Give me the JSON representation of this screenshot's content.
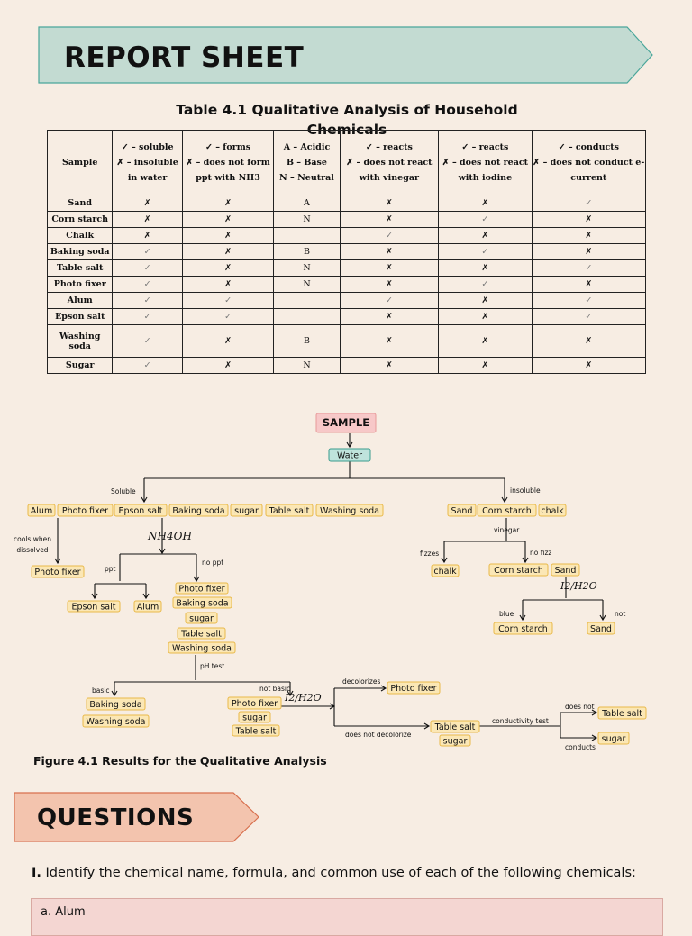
{
  "header": {
    "title": "REPORT SHEET"
  },
  "table": {
    "caption": "Table 4.1 Qualitative Analysis of Household Chemicals",
    "headers": [
      "Sample",
      "✓ – soluble\n✗ – insoluble\nin water",
      "✓ – forms\n✗ – does not form\nppt with NH3",
      "A – Acidic\nB – Base\nN – Neutral",
      "✓ – reacts\n✗ – does not react\nwith vinegar",
      "✓ – reacts\n✗ – does not react\nwith iodine",
      "✓ – conducts\n✗ – does not conduct e-\ncurrent"
    ],
    "rows": [
      [
        "Sand",
        "✗",
        "✗",
        "A",
        "✗",
        "✗",
        "✓"
      ],
      [
        "Corn starch",
        "✗",
        "✗",
        "N",
        "✗",
        "✓",
        "✗"
      ],
      [
        "Chalk",
        "✗",
        "✗",
        "",
        "✓",
        "✗",
        "✗"
      ],
      [
        "Baking soda",
        "✓",
        "✗",
        "B",
        "✗",
        "✓",
        "✗"
      ],
      [
        "Table salt",
        "✓",
        "✗",
        "N",
        "✗",
        "✗",
        "✓"
      ],
      [
        "Photo fixer",
        "✓",
        "✗",
        "N",
        "✗",
        "✓",
        "✗"
      ],
      [
        "Alum",
        "✓",
        "✓",
        "",
        "✓",
        "✗",
        "✓"
      ],
      [
        "Epson salt",
        "✓",
        "✓",
        "",
        "✗",
        "✗",
        "✓"
      ],
      [
        "Washing soda",
        "✓",
        "✗",
        "B",
        "✗",
        "✗",
        "✗"
      ],
      [
        "Sugar",
        "✓",
        "✗",
        "N",
        "✗",
        "✗",
        "✗"
      ]
    ]
  },
  "flowchart": {
    "root": "SAMPLE",
    "water": "Water",
    "soluble": "Soluble",
    "insoluble": "insoluble",
    "soluble_items": [
      "Alum",
      "Photo fixer",
      "Epson salt",
      "Baking soda",
      "sugar",
      "Table salt",
      "Washing soda"
    ],
    "insoluble_items": [
      "Sand",
      "Corn starch",
      "chalk"
    ],
    "cools": "cools when\ndissolved",
    "cools_result": "Photo fixer",
    "nh4oh": "NH4OH",
    "ppt": "ppt",
    "no_ppt": "no ppt",
    "ppt_items": [
      "Epson salt",
      "Alum"
    ],
    "no_ppt_items": [
      "Photo fixer",
      "Baking soda",
      "sugar",
      "Table salt",
      "Washing soda"
    ],
    "ph_test": "pH test",
    "basic": "basic",
    "not_basic": "not basic",
    "basic_items": [
      "Baking soda",
      "Washing soda"
    ],
    "not_basic_items": [
      "Photo fixer",
      "sugar",
      "Table salt"
    ],
    "i2": "I2/H2O",
    "decolorizes": "decolorizes",
    "decolorizes_result": "Photo fixer",
    "not_decolorize": "does not decolorize",
    "not_decolorize_items": [
      "Table salt",
      "sugar"
    ],
    "conductivity": "conductivity test",
    "does_not": "does not",
    "does_not_result": "Table salt",
    "conducts": "conducts",
    "conducts_result": "sugar",
    "vinegar": "vinegar",
    "fizzes": "fizzes",
    "no_fizz": "no fizz",
    "fizz_result": "chalk",
    "no_fizz_items": [
      "Corn starch",
      "Sand"
    ],
    "i2b": "I2/H2O",
    "blue": "blue",
    "not": "not",
    "blue_result": "Corn starch",
    "not_result": "Sand"
  },
  "figure": {
    "caption": "Figure 4.1 Results for the Qualitative Analysis"
  },
  "questions": {
    "title": "QUESTIONS",
    "number": "I.",
    "prompt": "Identify the chemical name, formula, and common use of each of the following chemicals:",
    "item_a": "a.  Alum"
  },
  "colors": {
    "header_banner": "#c3dbd2",
    "header_border": "#4aa69a",
    "questions_banner": "#f3c4ae",
    "questions_border": "#d8704e",
    "box_fill": "#fbe7b5",
    "box_border": "#e9b949",
    "root_fill": "#f7c8c8",
    "water_fill": "#bfe3dc"
  }
}
